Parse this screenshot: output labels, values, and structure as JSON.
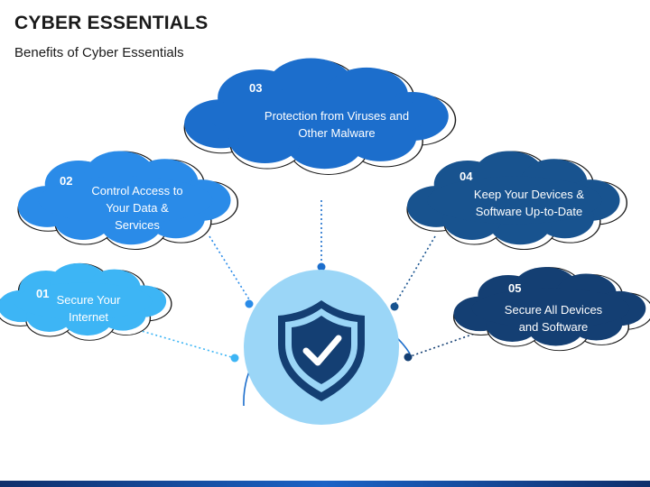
{
  "header": {
    "title": "CYBER ESSENTIALS",
    "subtitle": "Benefits of Cyber Essentials"
  },
  "benefits": [
    {
      "number": "01",
      "text": "Secure Your Internet",
      "color": "#3db5f5"
    },
    {
      "number": "02",
      "text": "Control Access to Your Data & Services",
      "color": "#2a8be8"
    },
    {
      "number": "03",
      "text": "Protection from Viruses and Other Malware",
      "color": "#1c6ecc"
    },
    {
      "number": "04",
      "text": "Keep Your Devices & Software Up-to-Date",
      "color": "#18538f"
    },
    {
      "number": "05",
      "text": "Secure All Devices and Software",
      "color": "#143f73"
    }
  ],
  "center": {
    "icon": "shield-check-icon",
    "circle_color": "#9bd6f7",
    "shield_color": "#143f73"
  }
}
